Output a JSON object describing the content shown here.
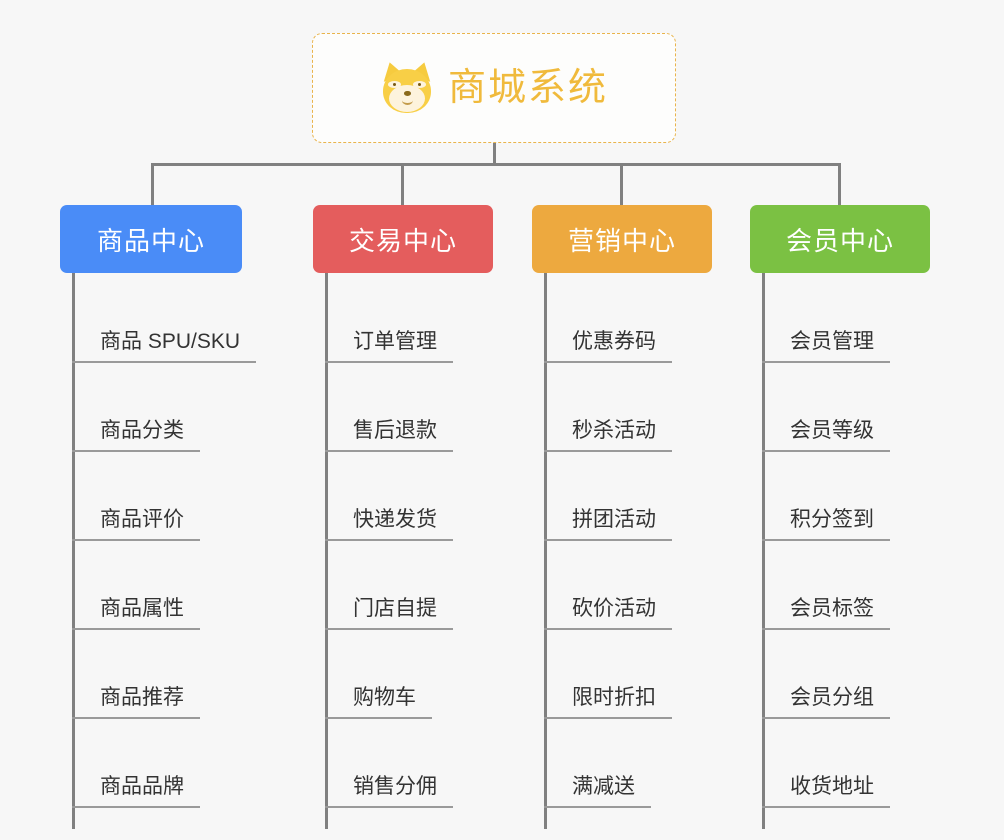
{
  "root": {
    "title": "商城系统",
    "icon": "shiba-inu-emoji",
    "border_color": "#e9b44c",
    "text_color": "#f0ba3c"
  },
  "columns": [
    {
      "id": "product-center",
      "label": "商品中心",
      "color": "#4a8cf7",
      "items": [
        "商品 SPU/SKU",
        "商品分类",
        "商品评价",
        "商品属性",
        "商品推荐",
        "商品品牌"
      ]
    },
    {
      "id": "trade-center",
      "label": "交易中心",
      "color": "#e45d5d",
      "items": [
        "订单管理",
        "售后退款",
        "快递发货",
        "门店自提",
        "购物车",
        "销售分佣"
      ]
    },
    {
      "id": "marketing-center",
      "label": "营销中心",
      "color": "#eda93f",
      "items": [
        "优惠券码",
        "秒杀活动",
        "拼团活动",
        "砍价活动",
        "限时折扣",
        "满减送"
      ]
    },
    {
      "id": "member-center",
      "label": "会员中心",
      "color": "#7bc143",
      "items": [
        "会员管理",
        "会员等级",
        "积分签到",
        "会员标签",
        "会员分组",
        "收货地址"
      ]
    }
  ],
  "connector_color": "#808080",
  "background_color": "#f7f7f7"
}
